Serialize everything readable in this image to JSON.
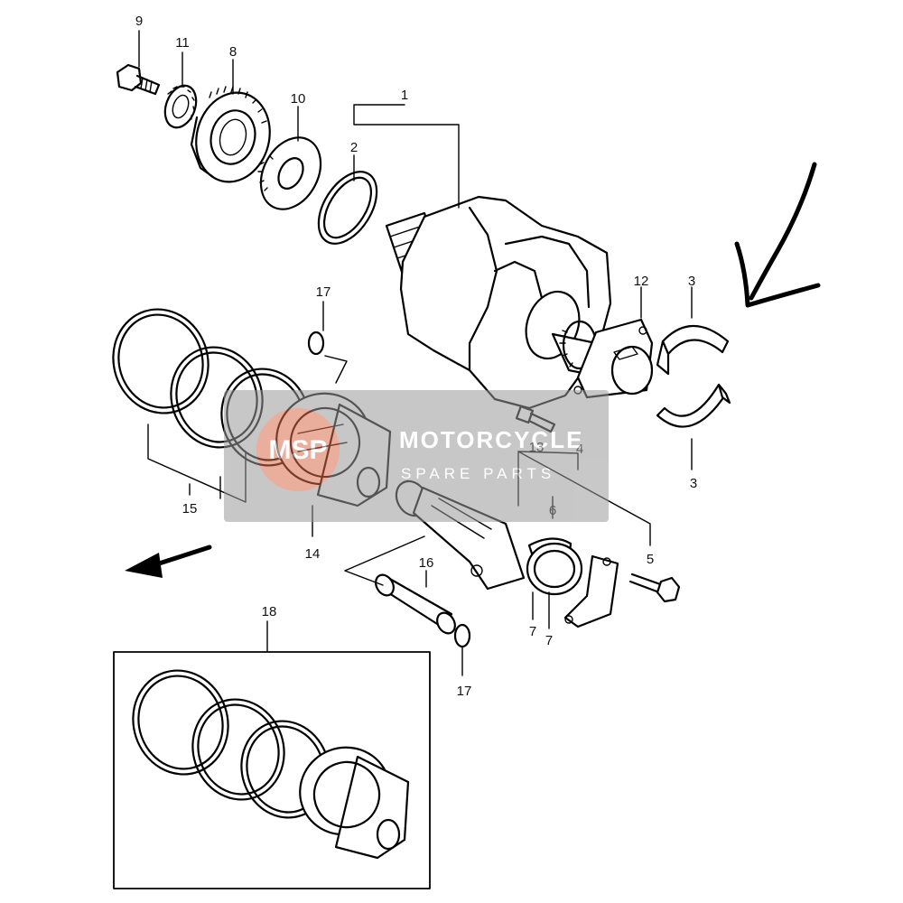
{
  "diagram": {
    "part_labels": [
      {
        "id": "9",
        "text": "9"
      },
      {
        "id": "11",
        "text": "11"
      },
      {
        "id": "8",
        "text": "8"
      },
      {
        "id": "10",
        "text": "10"
      },
      {
        "id": "1",
        "text": "1"
      },
      {
        "id": "2",
        "text": "2"
      },
      {
        "id": "12",
        "text": "12"
      },
      {
        "id": "3a",
        "text": "3"
      },
      {
        "id": "3b",
        "text": "3"
      },
      {
        "id": "17a",
        "text": "17"
      },
      {
        "id": "13",
        "text": "13"
      },
      {
        "id": "4",
        "text": "4"
      },
      {
        "id": "6",
        "text": "6"
      },
      {
        "id": "5",
        "text": "5"
      },
      {
        "id": "15",
        "text": "15"
      },
      {
        "id": "14",
        "text": "14"
      },
      {
        "id": "16",
        "text": "16"
      },
      {
        "id": "7a",
        "text": "7"
      },
      {
        "id": "7b",
        "text": "7"
      },
      {
        "id": "17b",
        "text": "17"
      },
      {
        "id": "18",
        "text": "18"
      }
    ]
  },
  "watermark": {
    "logo": "MSP",
    "title": "MOTORCYCLE",
    "subtitle": "SPARE PARTS",
    "color": "#9a9a9a",
    "accent": "#e8603a"
  },
  "annotations": {
    "handwritten_arrow_color": "#000000",
    "direction_arrow_color": "#000000"
  }
}
